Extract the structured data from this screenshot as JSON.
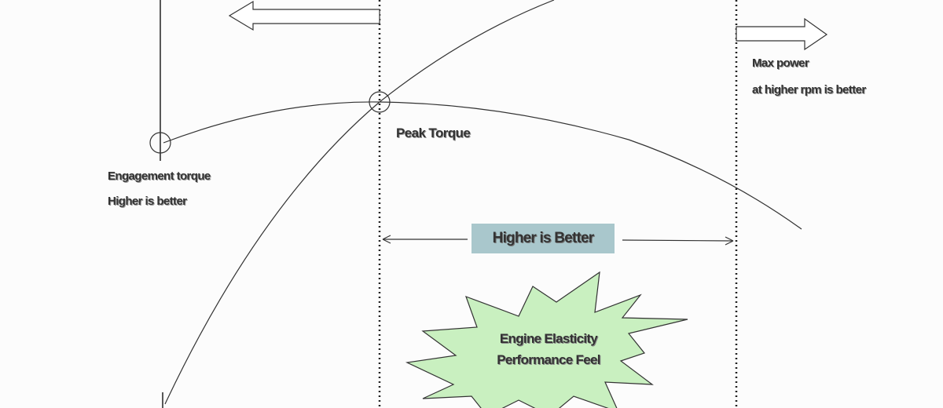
{
  "labels": {
    "peak_torque": "Peak Torque",
    "engagement_torque": "Engagement torque",
    "engagement_note": "Higher is better",
    "max_power": "Max power",
    "max_power_note": "at higher rpm is better",
    "range_label": "Higher is Better",
    "burst_line1": "Engine Elasticity",
    "burst_line2": "Performance Feel"
  },
  "colors": {
    "range_box": "#a9c7cc",
    "burst_fill": "#c9f0c0",
    "line": "#333333"
  }
}
